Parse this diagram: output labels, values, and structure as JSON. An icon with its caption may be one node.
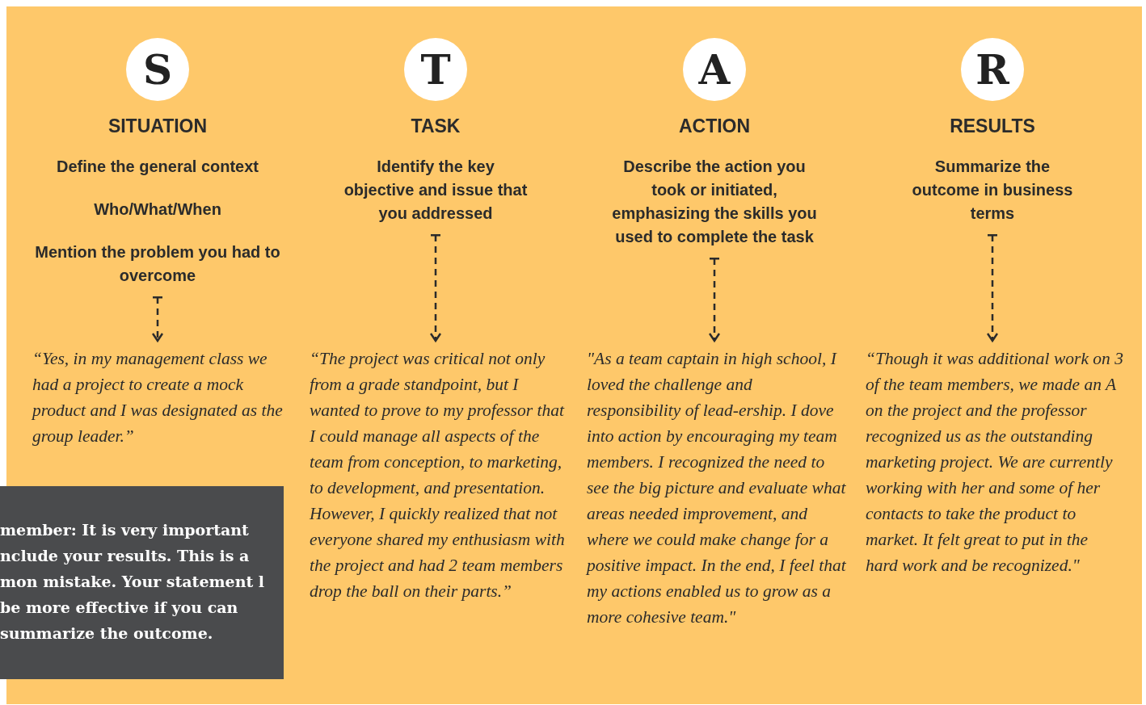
{
  "diagram": {
    "nodes": [
      {
        "text": [
          "S",
          "SITUATION"
        ]
      },
      {
        "text": [
          "Define the general context",
          "Who/What/When",
          "Mention the problem you had to overcome"
        ]
      },
      {
        "text": [
          "“Yes, in my management class we had a project to create a mock product and I was designated as the group leader.”"
        ]
      },
      {
        "text": [
          "T",
          "TASK"
        ]
      },
      {
        "text": [
          "Identify the key objective and issue that you addressed"
        ]
      },
      {
        "text": [
          "“The project was critical not only from a grade standpoint, but I wanted to prove to my professor that I could manage all aspects of the team from conception, to marketing, to development, and presentation. However, I quickly realized that not everyone shared my enthusiasm with the project and had 2 team members drop the ball on their parts.”"
        ]
      },
      {
        "text": [
          "A",
          "ACTION"
        ]
      },
      {
        "text": [
          "Describe the action you took or initiated, emphasizing the skills you used to complete the task"
        ]
      },
      {
        "text": [
          "\"As a team captain in high school, I loved the challenge and responsibility of lead-ership. I dove into action by encouraging my team members. I recognized the need to see the big picture and evaluate what areas needed improvement, and where we could make change for a positive impact. In the end, I feel that my actions enabled us to grow as a more cohesive team.\""
        ]
      },
      {
        "text": [
          "R",
          "RESULTS"
        ]
      },
      {
        "text": [
          "Summarize the outcome in business terms"
        ]
      },
      {
        "text": [
          "“Though it was additional work on 3 of the team members, we made an A on the project and the professor recognized us as the outstanding marketing project. We are currently working with her and some of her contacts to take the product to market. It felt great to put in the hard work and be recognized.\""
        ]
      },
      {
        "text": [
          "member: It is very important nclude your results. This is a mon mistake. Your statement l be more effective if you can summarize the outcome."
        ]
      }
    ],
    "edges": [
      {
        "from": 1,
        "to": 2,
        "arrow": "to",
        "style": "dashed"
      },
      {
        "from": 4,
        "to": 5,
        "arrow": "to",
        "style": "dashed"
      },
      {
        "from": 7,
        "to": 8,
        "arrow": "to",
        "style": "dashed"
      },
      {
        "from": 10,
        "to": 11,
        "arrow": "to",
        "style": "dashed"
      }
    ]
  }
}
